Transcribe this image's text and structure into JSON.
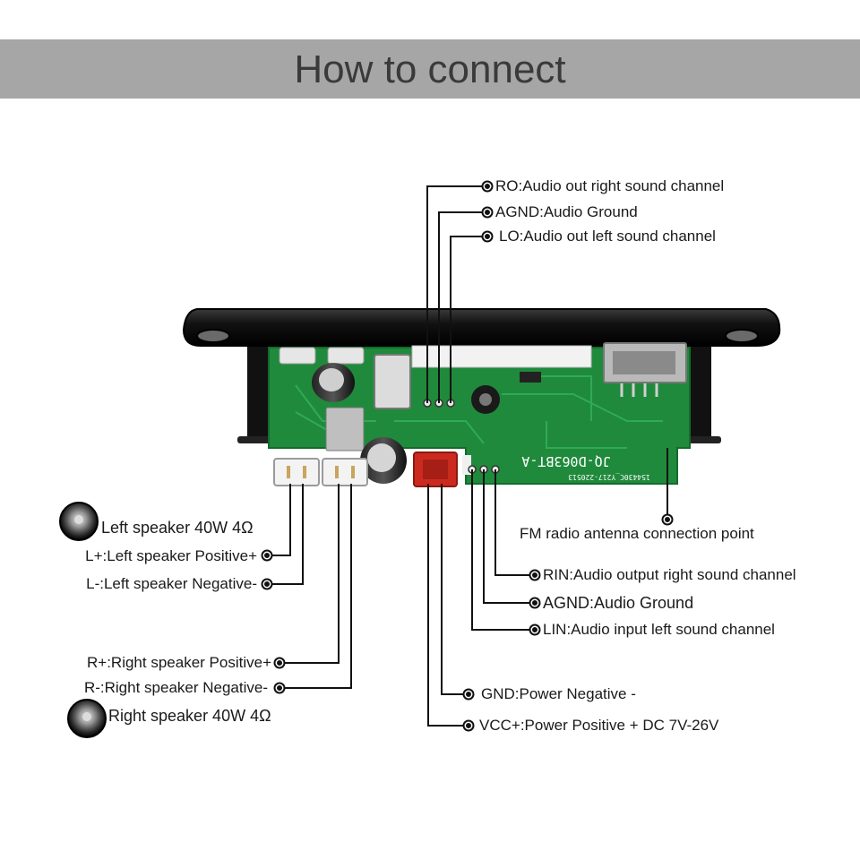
{
  "header": {
    "title": "How to connect"
  },
  "board": {
    "model_silk": "JQ-D063BT-A",
    "code_silk": "154430C_Y217-220513"
  },
  "labels": {
    "ro": "RO:Audio out right sound channel",
    "agnd_out": "AGND:Audio Ground",
    "lo": "LO:Audio out left sound channel",
    "fm_antenna": "FM radio antenna connection point",
    "rin": "RIN:Audio output right sound channel",
    "agnd_in": "AGND:Audio Ground",
    "lin": "LIN:Audio input left sound channel",
    "gnd": "GND:Power Negative -",
    "vcc": "VCC+:Power Positive + DC 7V-26V",
    "left_speaker": "Left speaker 40W 4Ω",
    "l_pos": "L+:Left speaker Positive+",
    "l_neg": "L-:Left speaker Negative-",
    "r_pos": "R+:Right speaker Positive+",
    "r_neg": "R-:Right speaker Negative-",
    "right_speaker": "Right speaker 40W 4Ω"
  },
  "colors": {
    "banner": "#a6a6a6",
    "pcb": "#1f8a3c",
    "faceplate": "#111111",
    "connector": "#cc2a1f",
    "line": "#111111"
  },
  "icons": [
    "speaker-icon",
    "target-marker-icon"
  ]
}
